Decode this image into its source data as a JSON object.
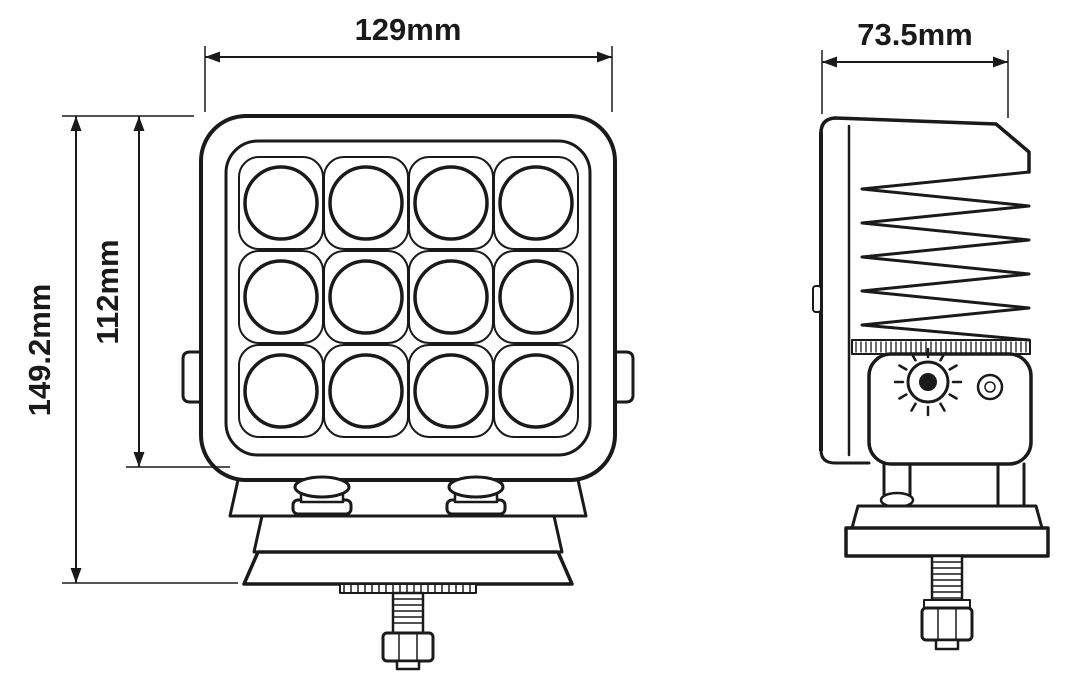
{
  "diagram": {
    "dimensions": {
      "front_width": "129mm",
      "side_depth": "73.5mm",
      "overall_height": "149.2mm",
      "lens_height": "112mm"
    },
    "front_view": {
      "led_rows": 3,
      "led_columns": 4,
      "led_count": 12
    },
    "colors": {
      "line": "#1a1a1a",
      "background": "#ffffff"
    }
  }
}
